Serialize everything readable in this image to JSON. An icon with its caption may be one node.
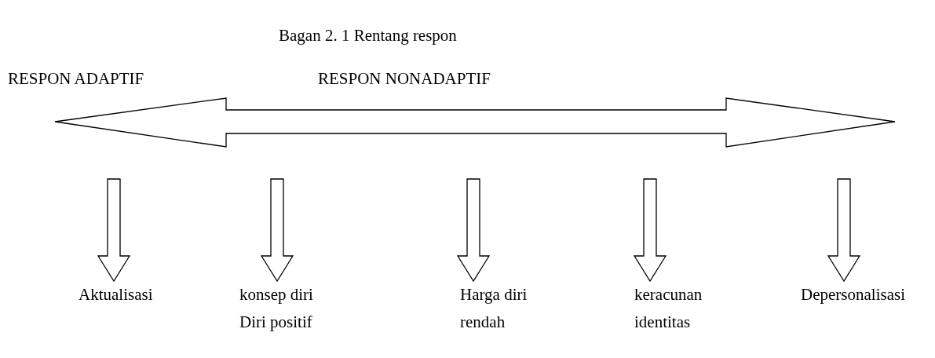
{
  "diagram": {
    "title": "Bagan 2. 1 Rentang respon",
    "nodes": [
      {
        "text": [
          "Aktualisasi"
        ]
      },
      {
        "text": [
          "konsep diri Diri positif"
        ]
      },
      {
        "text": [
          "Harga diri rendah"
        ]
      },
      {
        "text": [
          "keracunan identitas"
        ]
      },
      {
        "text": [
          "Depersonalisasi"
        ]
      }
    ],
    "edges": [
      {
        "from": null,
        "to": 0,
        "arrow": "to"
      },
      {
        "from": null,
        "to": 1,
        "arrow": "to"
      },
      {
        "from": null,
        "to": 2,
        "arrow": "to"
      },
      {
        "from": null,
        "to": 3,
        "arrow": "to"
      },
      {
        "from": null,
        "to": 4,
        "arrow": "to"
      }
    ],
    "labels": [
      "RESPON ADAPTIF",
      "RESPON NONADAPTIF"
    ]
  }
}
